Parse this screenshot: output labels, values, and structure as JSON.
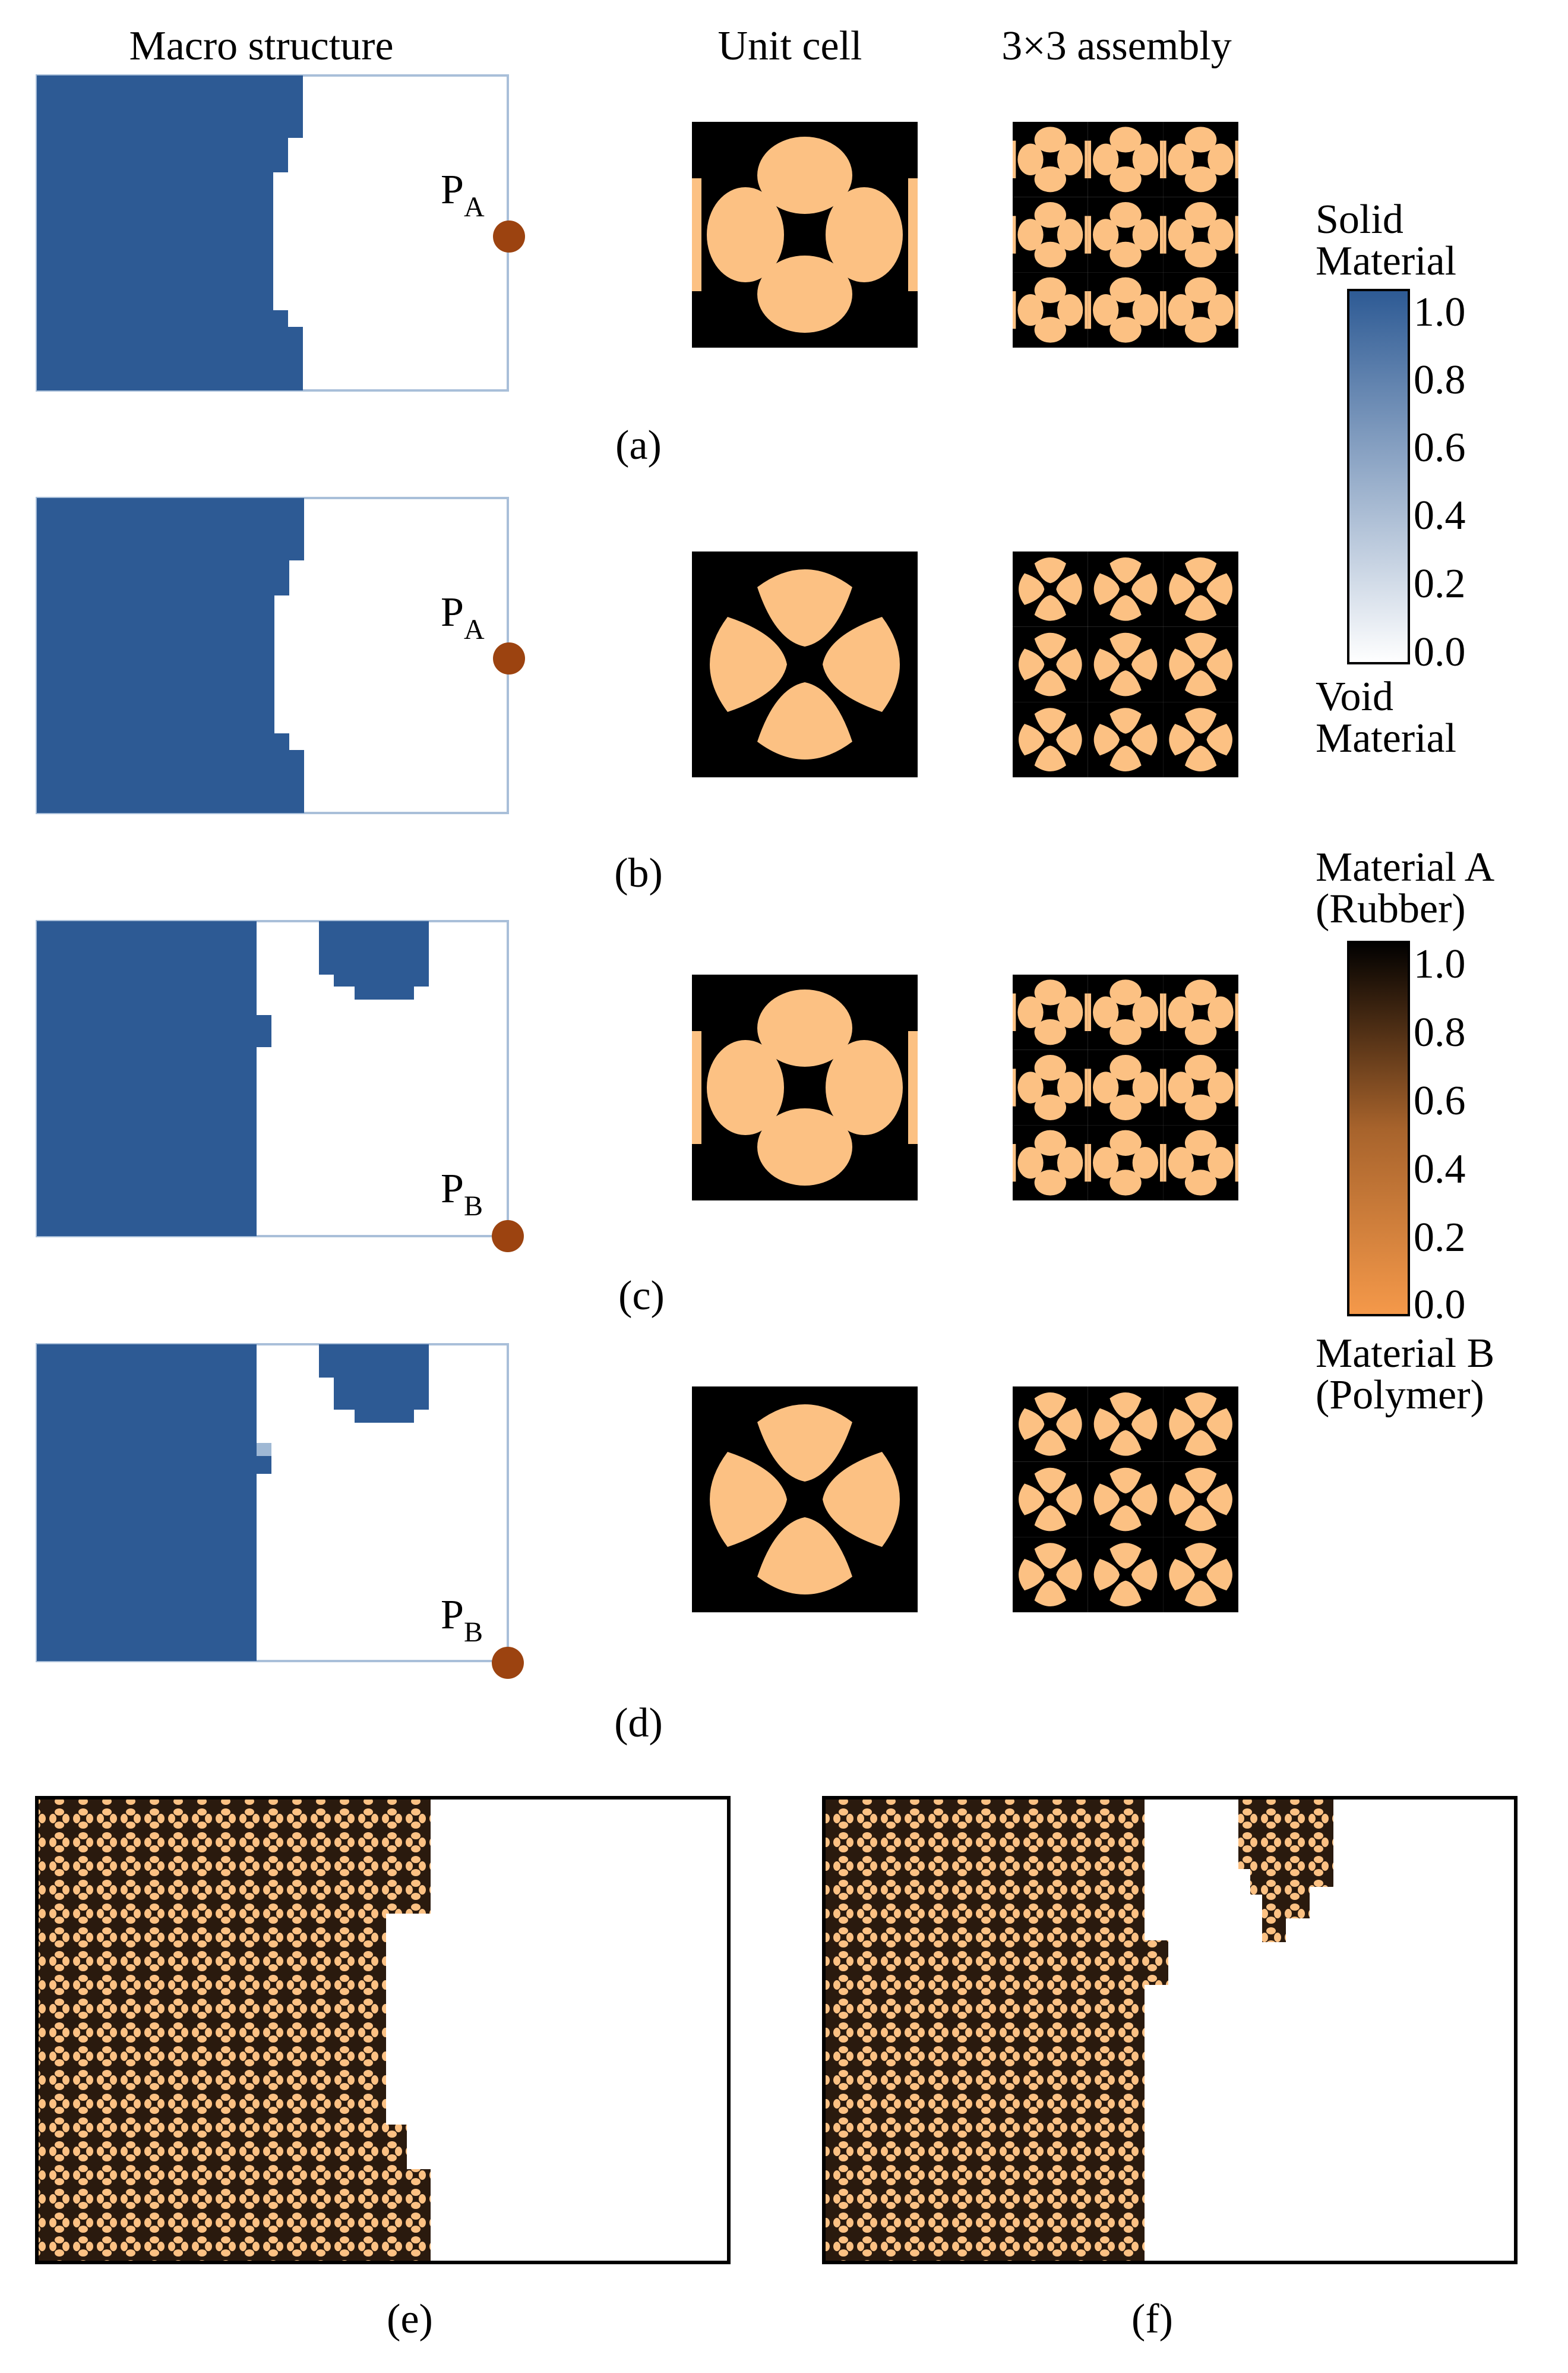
{
  "headers": {
    "macro": "Macro structure",
    "unit": "Unit cell",
    "assembly": "3×3 assembly"
  },
  "panels": [
    {
      "label": "(a)",
      "point": "P",
      "point_sub": "A"
    },
    {
      "label": "(b)",
      "point": "P",
      "point_sub": "A"
    },
    {
      "label": "(c)",
      "point": "P",
      "point_sub": "B"
    },
    {
      "label": "(d)",
      "point": "P",
      "point_sub": "B"
    }
  ],
  "bottom_labels": {
    "e": "(e)",
    "f": "(f)"
  },
  "colorbar_density": {
    "top_label_1": "Solid",
    "top_label_2": "Material",
    "bottom_label_1": "Void",
    "bottom_label_2": "Material",
    "ticks": [
      "1.0",
      "0.8",
      "0.6",
      "0.4",
      "0.2",
      "0.0"
    ],
    "color_high": "#2d5a94",
    "color_low": "#ffffff"
  },
  "colorbar_material": {
    "top_label_1": "Material A",
    "top_label_2": "(Rubber)",
    "bottom_label_1": "Material B",
    "bottom_label_2": "(Polymer)",
    "ticks": [
      "1.0",
      "0.8",
      "0.6",
      "0.4",
      "0.2",
      "0.0"
    ],
    "color_high": "#000000",
    "color_low": "#f5994a"
  },
  "colors": {
    "solid_blue": "#2d5a94",
    "partial_blue": "#9fb8d4",
    "frame_line": "#a9bfd9",
    "marker": "#9c4310",
    "unit_dark": "#000000",
    "unit_light": "#fcc183"
  }
}
